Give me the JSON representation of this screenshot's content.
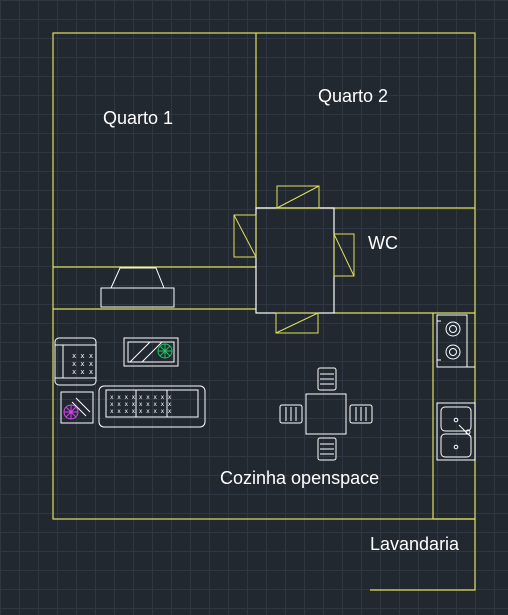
{
  "rooms": {
    "quarto1": "Quarto 1",
    "quarto2": "Quarto 2",
    "wc": "WC",
    "cozinha": "Cozinha openspace",
    "lavandaria": "Lavandaria"
  },
  "colors": {
    "background": "#212830",
    "grid": "#2e3742",
    "walls": "#e0e05a",
    "furniture": "#ffffff",
    "plant_green": "#22c55e",
    "plant_magenta": "#d946ef",
    "label": "#ffffff"
  }
}
